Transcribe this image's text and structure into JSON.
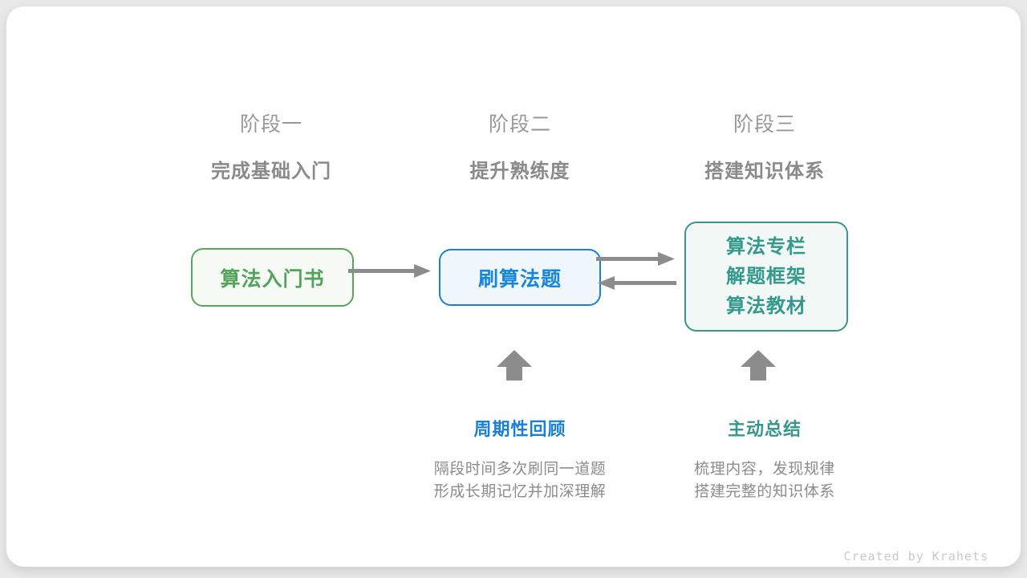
{
  "credit": "Created by Krahets",
  "stages": [
    {
      "label": "阶段一",
      "subtitle": "完成基础入门"
    },
    {
      "label": "阶段二",
      "subtitle": "提升熟练度"
    },
    {
      "label": "阶段三",
      "subtitle": "搭建知识体系"
    }
  ],
  "nodes": {
    "book": {
      "label": "算法入门书"
    },
    "practice": {
      "label": "刷算法题"
    },
    "resources": {
      "lines": [
        "算法专栏",
        "解题框架",
        "算法教材"
      ]
    }
  },
  "annotations": {
    "review": {
      "title": "周期性回顾",
      "desc": [
        "隔段时间多次刷同一道题",
        "形成长期记忆并加深理解"
      ]
    },
    "summarize": {
      "title": "主动总结",
      "desc": [
        "梳理内容，发现规律",
        "搭建完整的知识体系"
      ]
    }
  },
  "colors": {
    "page_background": "#e9e9e9",
    "card_background": "#ffffff",
    "green_node": "#53a35a",
    "green_border": "#5ba45e",
    "blue_node": "#1a86d9",
    "blue_border": "#1c80d2",
    "teal_node": "#33998b",
    "teal_border": "#3d9589",
    "stage_gray": "#8a8a8a",
    "arrow_gray": "#8c8c8c",
    "credit_gray": "#c9c9c9"
  }
}
